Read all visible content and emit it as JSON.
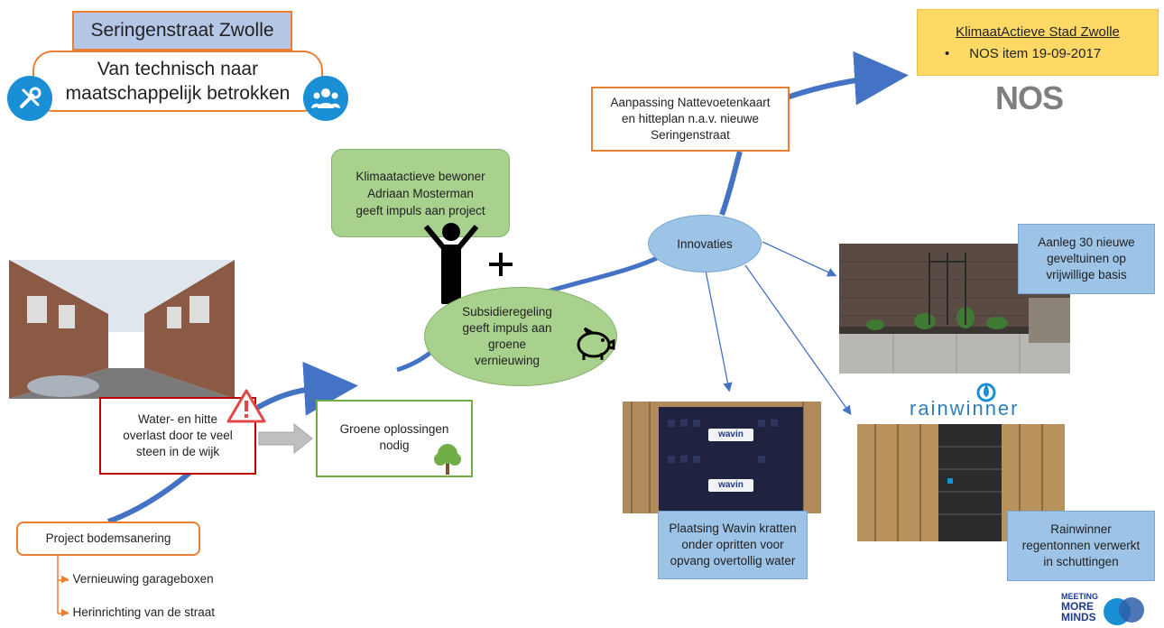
{
  "title": "Seringenstraat Zwolle",
  "subtitle": {
    "line1": "Van technisch naar",
    "line2": "maatschappelijk betrokken"
  },
  "nodes": {
    "klimaat_bewoner": {
      "line1": "Klimaatactieve bewoner",
      "line2": "Adriaan Mosterman",
      "line3": "geeft impuls aan project"
    },
    "subsidie": {
      "line1": "Subsidieregeling",
      "line2": "geeft impuls aan",
      "line3": "groene",
      "line4": "vernieuwing"
    },
    "innovaties": "Innovaties",
    "aanpassing": {
      "line1": "Aanpassing Nattevoetenkaart",
      "line2": "en hitteplan n.a.v. nieuwe",
      "line3": "Seringenstraat"
    },
    "klimaat_stad": {
      "title": "KlimaatActieve Stad Zwolle",
      "bullet": "NOS item 19-09-2017"
    },
    "nos_logo": "NOS",
    "geveltuinen": {
      "line1": "Aanleg 30 nieuwe",
      "line2": "geveltuinen op",
      "line3": "vrijwillige basis"
    },
    "water_hitte": {
      "line1": "Water- en hitte",
      "line2": "overlast door te veel",
      "line3": "steen in de wijk"
    },
    "groene_oplossingen": {
      "line1": "Groene oplossingen",
      "line2": "nodig"
    },
    "bodemsanering": "Project bodemsanering",
    "sub_items": [
      "Vernieuwing garageboxen",
      "Herinrichting van de straat"
    ],
    "wavin": {
      "line1": "Plaatsing Wavin kratten",
      "line2": "onder opritten voor",
      "line3": "opvang overtollig water",
      "crate_label": "wavin"
    },
    "rainwinner_logo": "rainwinner",
    "rainwinner": {
      "line1": "Rainwinner",
      "line2": "regentonnen verwerkt",
      "line3": "in schuttingen"
    },
    "meeting_logo": {
      "line1": "MEETING",
      "line2": "MORE",
      "line3": "MINDS"
    }
  },
  "colors": {
    "orange": "#ed7d31",
    "green": "#a9d18e",
    "blue": "#9dc3e6",
    "red": "#c00000",
    "path_blue": "#4472c4"
  },
  "icons": [
    "tools-icon",
    "people-icon",
    "person-icon",
    "plus-icon",
    "piggy-bank-icon",
    "warning-icon",
    "tree-icon",
    "water-drop-icon"
  ]
}
